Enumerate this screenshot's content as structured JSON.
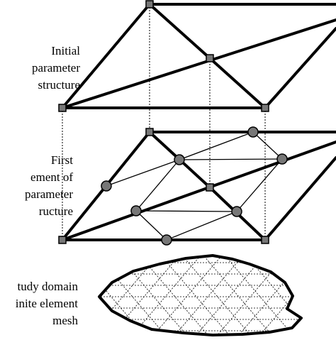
{
  "labels": {
    "initial": [
      "Initial",
      "parameter",
      "structure"
    ],
    "first": [
      "First",
      "ement of",
      "parameter",
      "ructure"
    ],
    "mesh": [
      "tudy domain",
      "inite element",
      "mesh"
    ]
  }
}
